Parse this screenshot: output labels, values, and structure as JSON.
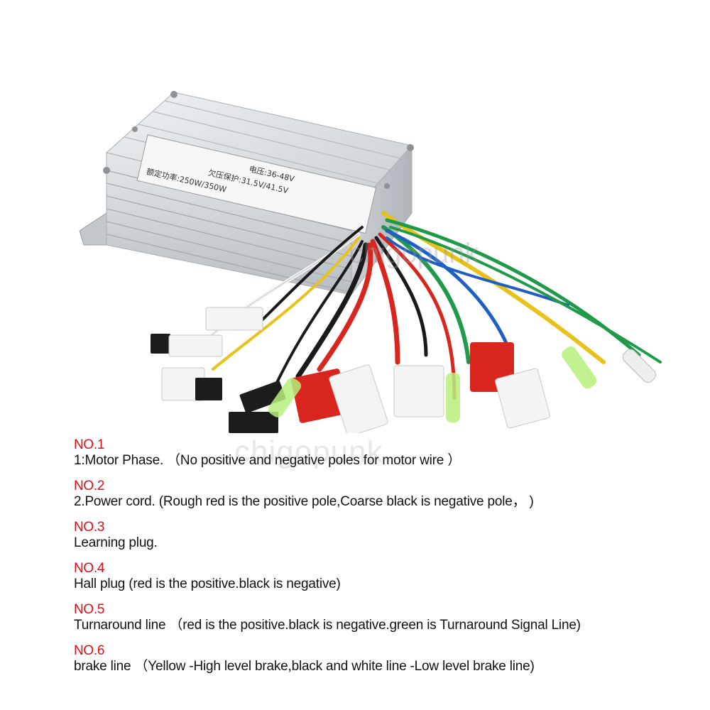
{
  "watermark": "chigopunk",
  "product_label": {
    "line1": "电压:36-48V",
    "line2": "欠压保护:31.5V/41.5V",
    "line3": "额定功率:250W/350W"
  },
  "notes": [
    {
      "heading": "NO.1",
      "text": "1:Motor Phase.   （No positive and negative poles for motor wire ）"
    },
    {
      "heading": "NO.2",
      "text": "2.Power cord.   (Rough red is the positive pole,Coarse black is negative pole， )"
    },
    {
      "heading": "NO.3",
      "text": "Learning plug."
    },
    {
      "heading": "NO.4",
      "text": "Hall plug   (red is the positive.black is negative)"
    },
    {
      "heading": "NO.5",
      "text": "Turnaround line （red is the positive.black is negative.green is Turnaround Signal Line)"
    },
    {
      "heading": "NO.6",
      "text": "brake line （Yellow -High level brake,black and white line -Low level brake line)"
    }
  ],
  "colors": {
    "heading_red": "#e10b13",
    "body_text": "#111111",
    "housing_silver": "#d6dadd",
    "wire_red": "#d8261f",
    "wire_yellow": "#e8c21a",
    "wire_green": "#1f9a4a",
    "wire_blue": "#1f5fc4",
    "wire_black": "#1a1a1a",
    "wire_white": "#f2f2f2"
  }
}
